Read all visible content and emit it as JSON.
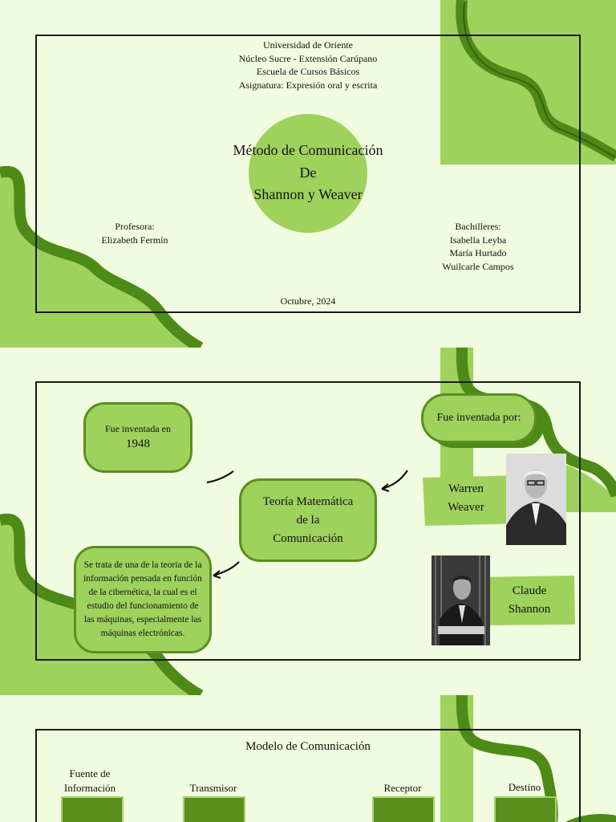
{
  "slide1": {
    "header_lines": [
      "Universidad de Oriente",
      "Núcleo Sucre - Extensión Carúpano",
      "Escuela de Cursos Básicos",
      "Asignatura: Expresión oral y escrita"
    ],
    "title_lines": [
      "Método de Comunicación",
      "De",
      "Shannon y Weaver"
    ],
    "profesora_label": "Profesora:",
    "profesora_name": "Elizabeth Fermín",
    "bachilleres_label": "Bachilleres:",
    "bachilleres": [
      "Isabella Leyba",
      "María Hurtado",
      "Wuilcarle Campos"
    ],
    "date": "Octubre, 2024"
  },
  "slide2": {
    "invented_in_label": "Fue inventada en",
    "invented_year": "1948",
    "invented_by_label": "Fue inventada por:",
    "center_lines": [
      "Teoría Matemática",
      "de la",
      "Comunicación"
    ],
    "description": "Se trata de una de la teoria de la información pensada en función de la cibernética, la cual es el estudio del funcionamiento de las máquinas, especialmente las máquinas electrónicas.",
    "author1_lines": [
      "Warren",
      "Weaver"
    ],
    "author2_lines": [
      "Claude",
      "Shannon"
    ]
  },
  "slide3": {
    "title": "Modelo de Comunicación",
    "stage1_lines": [
      "Fuente de",
      "Información"
    ],
    "stage2": "Transmisor",
    "stage3": "Receptor",
    "stage4": "Destino"
  },
  "colors": {
    "background": "#f1fbe0",
    "light_green": "#9fd15d",
    "dark_green": "#4e8a17",
    "frame": "#1b1b1b"
  }
}
